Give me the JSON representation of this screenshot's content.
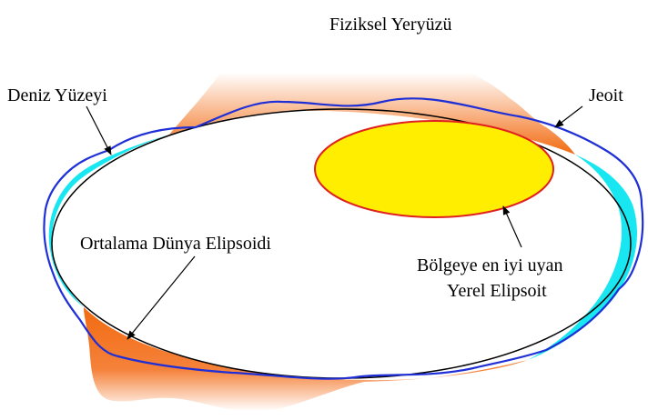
{
  "labels": {
    "physical_surface": "Fiziksel Yeryüzü",
    "sea_surface": "Deniz Yüzeyi",
    "geoid": "Jeoit",
    "mean_earth_ellipsoid": "Ortalama Dünya Elipsoidi",
    "local_ellipsoid_line1": "Bölgeye en iyi uyan",
    "local_ellipsoid_line2": "Yerel Elipsoit"
  },
  "colors": {
    "terrain": "#f26a10",
    "terrain_light": "#ffffff",
    "sea": "#18e6f0",
    "geoid_line": "#1f2fd6",
    "ellipsoid_line": "#000000",
    "local_ellipsoid_fill": "#ffee00",
    "local_ellipsoid_stroke": "#e02020"
  }
}
